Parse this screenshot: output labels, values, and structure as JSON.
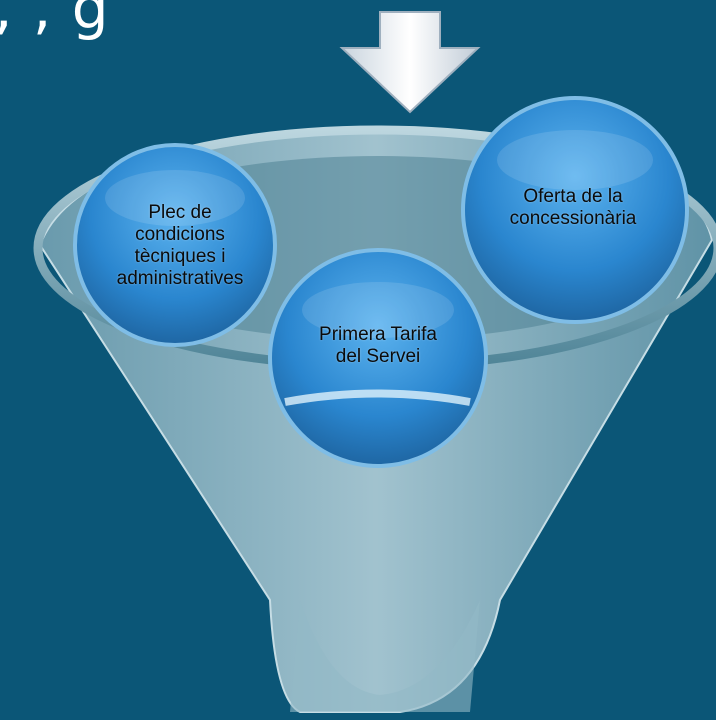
{
  "header": {
    "title_fragment": ", , g"
  },
  "diagram": {
    "arrow_icon": "down-arrow-icon",
    "funnel_icon": "funnel-icon",
    "bubbles": [
      {
        "label": "Plec de\ncondicions\ntècniques i\nadministratives"
      },
      {
        "label": "Primera Tarifa\ndel Servei"
      },
      {
        "label": "Oferta de la\nconcessionària"
      }
    ]
  },
  "colors": {
    "background": "#0b5677",
    "funnel": "#8fb5c2",
    "bubble": "#2f8ad0",
    "arrow": "#e9eef3"
  }
}
